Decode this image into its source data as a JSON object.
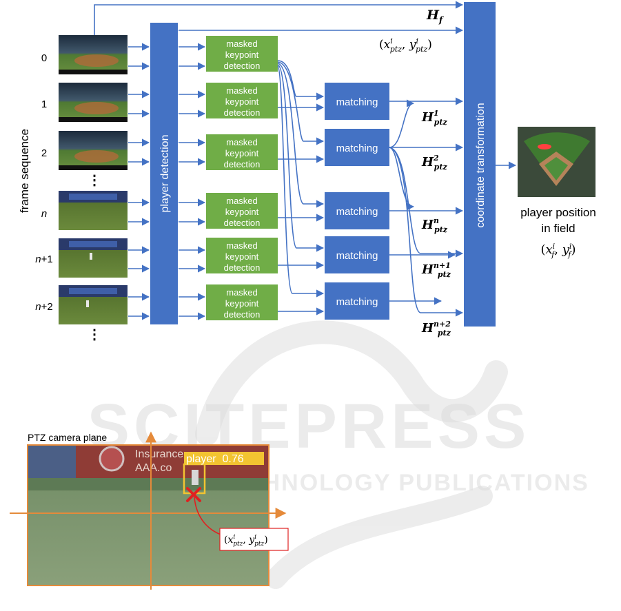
{
  "frame_axis_label": "frame sequence",
  "frame_indices": [
    "0",
    "1",
    "2",
    "n",
    "n+1",
    "n+2"
  ],
  "ellipsis": "⋮",
  "player_detection_label": "player detection",
  "masked_keypoint_label": [
    "masked",
    "keypoint",
    "detection"
  ],
  "matching_label": "matching",
  "coordinate_transformation_label": "coordinate transformation",
  "H_f": {
    "base": "H",
    "sub": "f"
  },
  "ptz_point": {
    "x": "x",
    "y": "y",
    "sup": "i",
    "sub": "ptz"
  },
  "homographies": [
    {
      "base": "H",
      "sup": "1",
      "sub": "ptz"
    },
    {
      "base": "H",
      "sup": "2",
      "sub": "ptz"
    },
    {
      "base": "H",
      "sup": "n",
      "sub": "ptz"
    },
    {
      "base": "H",
      "sup": "n+1",
      "sub": "ptz"
    },
    {
      "base": "H",
      "sup": "n+2",
      "sub": "ptz"
    }
  ],
  "output_label_line1": "player position",
  "output_label_line2": "in field",
  "field_point": {
    "x": "x",
    "y": "y",
    "sup": "i",
    "sub": "f"
  },
  "ptz_plane_title": "PTZ camera plane",
  "detection_box_label": "player  0.76",
  "banner_text_line1": "Insurance",
  "banner_text_line2": "AAA.co",
  "watermark_text": "SCITEPRESS",
  "watermark_subtext": "SCIENCE AND TECHNOLOGY PUBLICATIONS",
  "colors": {
    "blue_block": "#4472C4",
    "green_block": "#70AD47",
    "orange_axis": "#E58A3A",
    "red_mark": "#E02020"
  }
}
